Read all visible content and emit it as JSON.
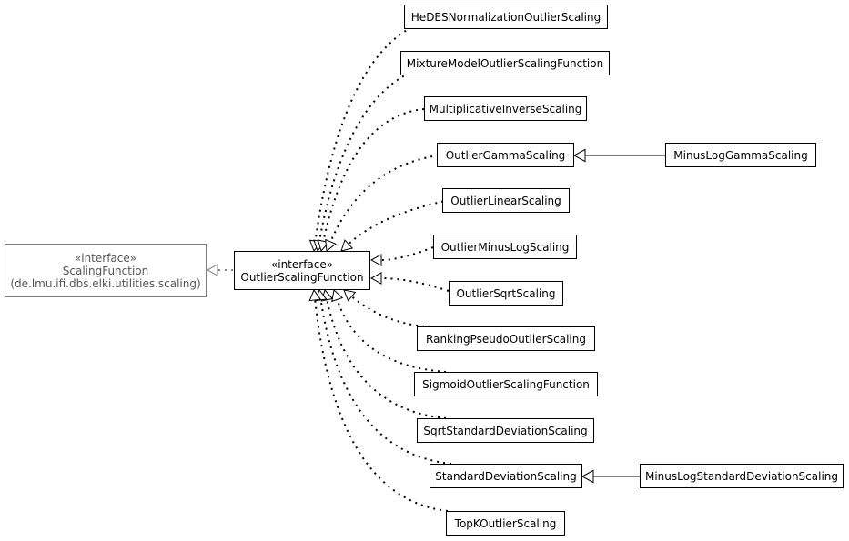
{
  "external": {
    "stereotype": "«interface»",
    "name": "ScalingFunction",
    "package": "(de.lmu.ifi.dbs.elki.utilities.scaling)"
  },
  "interface": {
    "stereotype": "«interface»",
    "name": "OutlierScalingFunction"
  },
  "implementations": [
    "HeDESNormalizationOutlierScaling",
    "MixtureModelOutlierScalingFunction",
    "MultiplicativeInverseScaling",
    "OutlierGammaScaling",
    "OutlierLinearScaling",
    "OutlierMinusLogScaling",
    "OutlierSqrtScaling",
    "RankingPseudoOutlierScaling",
    "SigmoidOutlierScalingFunction",
    "SqrtStandardDeviationScaling",
    "StandardDeviationScaling",
    "TopKOutlierScaling"
  ],
  "subclasses": [
    {
      "name": "MinusLogGammaScaling",
      "parent": "OutlierGammaScaling"
    },
    {
      "name": "MinusLogStandardDeviationScaling",
      "parent": "StandardDeviationScaling"
    }
  ]
}
